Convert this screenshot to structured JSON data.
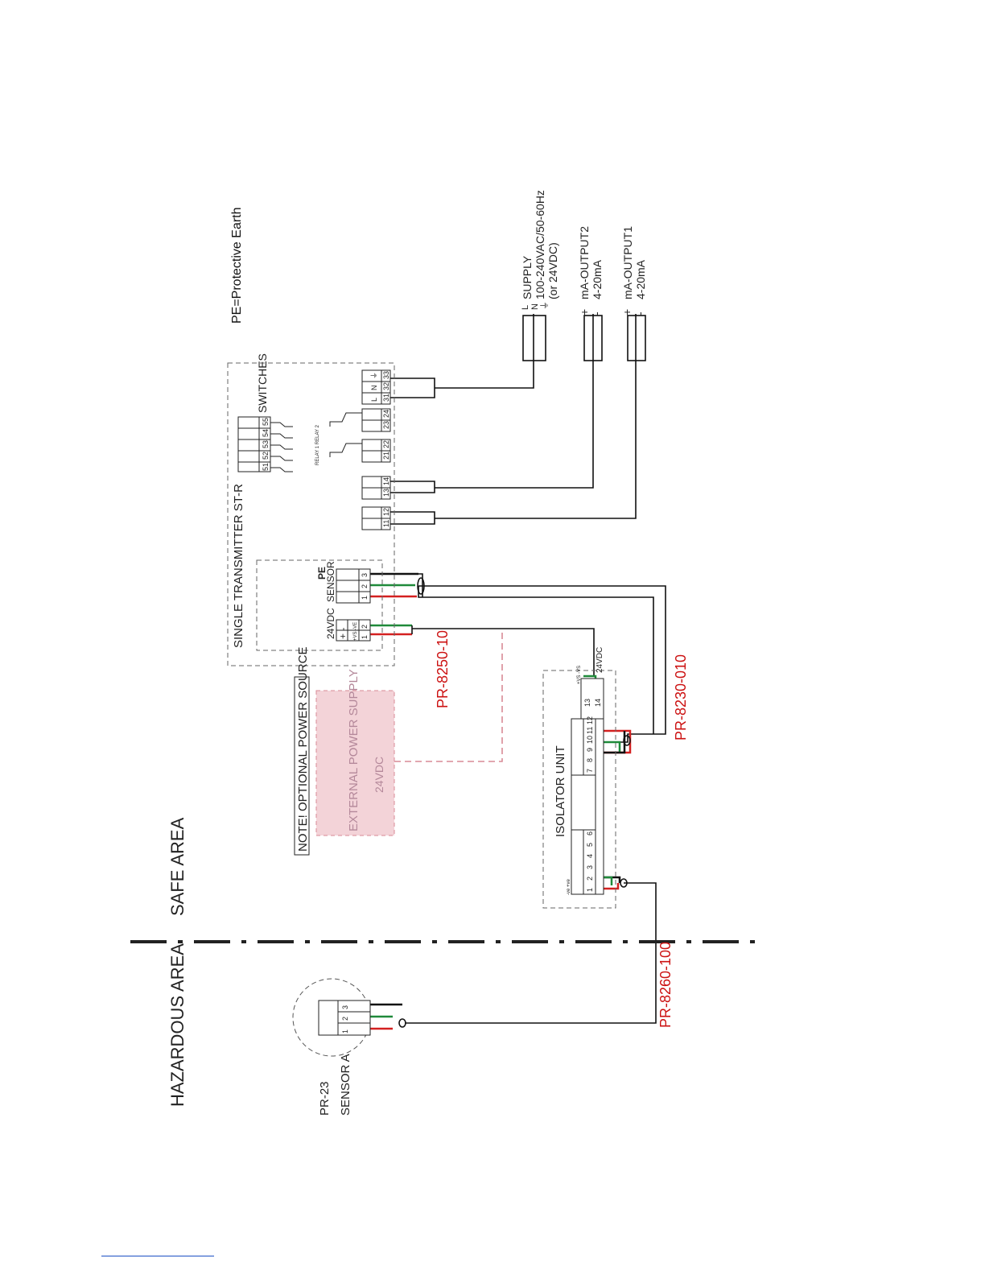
{
  "areas": {
    "hazardous": "HAZARDOUS AREA",
    "safe": "SAFE AREA"
  },
  "sensor": {
    "model": "PR-23",
    "name": "SENSOR A",
    "terminals": [
      "1",
      "2",
      "3"
    ]
  },
  "cables": {
    "sensor_to_isolator": "PR-8260-100",
    "power": "PR-8250-10",
    "isolator_to_transmitter": "PR-8230-010"
  },
  "note": "NOTE! OPTIONAL POWER SOURCE",
  "external_supply": {
    "title": "EXTERNAL POWER SUPPLY",
    "voltage": "24VDC"
  },
  "isolator": {
    "title": "ISOLATOR UNIT",
    "terminals_left": [
      "1",
      "2",
      "3",
      "4",
      "5",
      "6"
    ],
    "terminals_right": [
      "7",
      "8",
      "9",
      "10",
      "11",
      "12"
    ],
    "terminals_supply": [
      "13",
      "14"
    ],
    "polarity_label": "-ve +ve",
    "supply_polarity": "+VS -VS",
    "supply_label": "24VDC"
  },
  "transmitter": {
    "title": "SINGLE TRANSMITTER ST-R",
    "power_block_label": "24VDC",
    "power_block_polarity": "+ -",
    "power_block_sub": "+VS -VE",
    "power_terminals": [
      "1",
      "2"
    ],
    "sensor_block_label": "SENSOR",
    "sensor_block_pe": "PE",
    "sensor_terminals": [
      "1",
      "2",
      "3"
    ],
    "output_terminals_a": [
      "11",
      "12"
    ],
    "output_terminals_b": [
      "13",
      "14"
    ],
    "relay1_terminals": [
      "21",
      "22"
    ],
    "relay2_terminals": [
      "23",
      "24"
    ],
    "relay_labels": "RELAY 1   RELAY 2",
    "switch_terminals": [
      "51",
      "52",
      "53",
      "54",
      "55"
    ],
    "switches_label": "SWITCHES",
    "supply_terminals": [
      "31",
      "32",
      "33"
    ],
    "supply_letters": [
      "L",
      "N",
      "⏚"
    ]
  },
  "outputs": {
    "supply": {
      "title": "SUPPLY",
      "range": "100-240VAC/50-60Hz",
      "alt": "(or 24VDC)",
      "pins": [
        "L",
        "N",
        "⏚"
      ]
    },
    "out2": {
      "title": "mA-OUTPUT2",
      "range": "4-20mA",
      "pins": [
        "+",
        "-"
      ]
    },
    "out1": {
      "title": "mA-OUTPUT1",
      "range": "4-20mA",
      "pins": [
        "+",
        "-"
      ]
    }
  },
  "legend_pe": "PE=Protective Earth",
  "colors": {
    "cable_label": "#cc1111",
    "wire_red": "#d42020",
    "wire_green": "#1f8a3a",
    "wire_black": "#111111",
    "supply_fill": "#f3d3d8",
    "supply_border": "#d98a96"
  }
}
